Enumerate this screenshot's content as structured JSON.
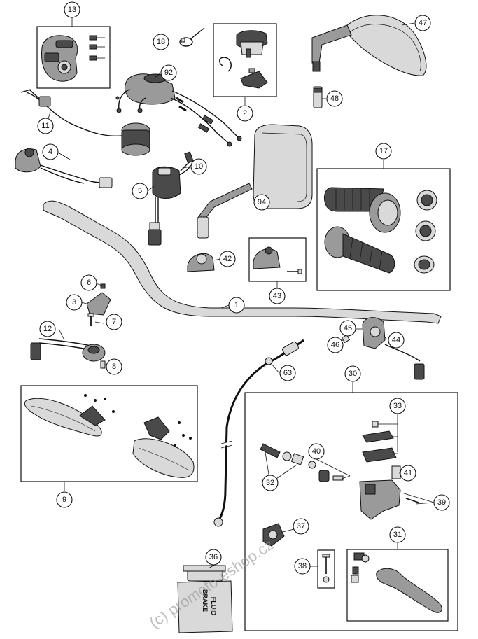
{
  "callouts": [
    {
      "id": "13",
      "label": "13"
    },
    {
      "id": "18",
      "label": "18"
    },
    {
      "id": "92",
      "label": "92"
    },
    {
      "id": "2",
      "label": "2"
    },
    {
      "id": "47",
      "label": "47"
    },
    {
      "id": "48",
      "label": "48"
    },
    {
      "id": "11",
      "label": "11"
    },
    {
      "id": "4",
      "label": "4"
    },
    {
      "id": "10",
      "label": "10"
    },
    {
      "id": "5",
      "label": "5"
    },
    {
      "id": "94",
      "label": "94"
    },
    {
      "id": "17",
      "label": "17"
    },
    {
      "id": "42",
      "label": "42"
    },
    {
      "id": "43",
      "label": "43"
    },
    {
      "id": "6",
      "label": "6"
    },
    {
      "id": "3",
      "label": "3"
    },
    {
      "id": "7",
      "label": "7"
    },
    {
      "id": "1",
      "label": "1"
    },
    {
      "id": "12",
      "label": "12"
    },
    {
      "id": "8",
      "label": "8"
    },
    {
      "id": "45",
      "label": "45"
    },
    {
      "id": "46",
      "label": "46"
    },
    {
      "id": "44",
      "label": "44"
    },
    {
      "id": "63",
      "label": "63"
    },
    {
      "id": "30",
      "label": "30"
    },
    {
      "id": "9",
      "label": "9"
    },
    {
      "id": "33",
      "label": "33"
    },
    {
      "id": "40",
      "label": "40"
    },
    {
      "id": "41",
      "label": "41"
    },
    {
      "id": "32",
      "label": "32"
    },
    {
      "id": "39",
      "label": "39"
    },
    {
      "id": "37",
      "label": "37"
    },
    {
      "id": "31",
      "label": "31"
    },
    {
      "id": "36",
      "label": "36"
    },
    {
      "id": "38",
      "label": "38"
    }
  ],
  "bottle_label": {
    "line1": "BRAKE",
    "line2": "FLUID"
  },
  "watermark": "(c) promoto-eshop.cz"
}
